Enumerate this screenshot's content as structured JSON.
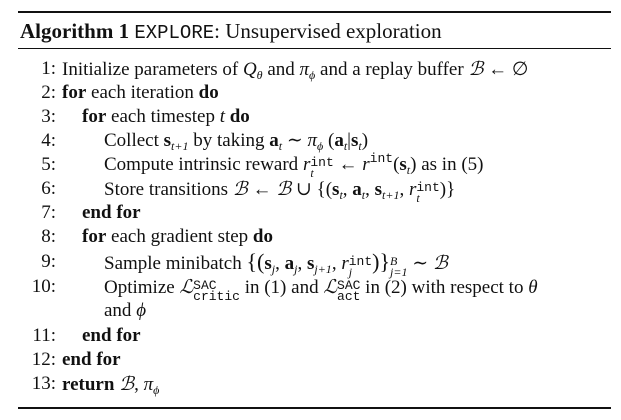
{
  "algorithm": {
    "label": "Algorithm 1",
    "name": "EXPLORE",
    "title_suffix": ": Unsupervised exploration"
  },
  "lines": [
    {
      "num": "1:",
      "parts": {
        "a": "Initialize parameters of ",
        "b": "Q",
        "c": "θ",
        "d": " and ",
        "e": "π",
        "f": "ϕ",
        "g": " and a replay buffer ",
        "h": "ℬ",
        "i": " ← ∅"
      }
    },
    {
      "num": "2:",
      "parts": {
        "kw1": "for",
        "a": " each iteration ",
        "kw2": "do"
      }
    },
    {
      "num": "3:",
      "parts": {
        "kw1": "for",
        "a": " each timestep ",
        "b": "t",
        "kw2": "do"
      }
    },
    {
      "num": "4:",
      "parts": {
        "a": "Collect ",
        "b": "s",
        "c": "t+1",
        "d": " by taking ",
        "e": "a",
        "f": "t",
        "g": " ∼ ",
        "h": "π",
        "i": "ϕ",
        "j": " (",
        "k": "a",
        "l": "t",
        "m": "|",
        "n": "s",
        "o": "t",
        "p": ")"
      }
    },
    {
      "num": "5:",
      "parts": {
        "a": "Compute intrinsic reward ",
        "b": "r",
        "c": "t",
        "d": "int",
        "e": " ← ",
        "f": "r",
        "g": "int",
        "h": "(",
        "i": "s",
        "j": "t",
        "k": ") as in (5)"
      }
    },
    {
      "num": "6:",
      "parts": {
        "a": "Store transitions ",
        "b": "ℬ",
        "c": " ← ",
        "d": "ℬ",
        "e": " ∪ {(",
        "f": "s",
        "g": "t",
        "h": ", ",
        "i": "a",
        "j": "t",
        "k": ", ",
        "l": "s",
        "m": "t+1",
        "n": ", ",
        "o": "r",
        "p": "t",
        "q": "int",
        "r": ")}"
      }
    },
    {
      "num": "7:",
      "parts": {
        "kw1": "end for"
      }
    },
    {
      "num": "8:",
      "parts": {
        "kw1": "for",
        "a": " each gradient step ",
        "kw2": "do"
      }
    },
    {
      "num": "9:",
      "parts": {
        "a": "Sample minibatch ",
        "b": "{(",
        "c": "s",
        "d": "j",
        "e": ", ",
        "f": "a",
        "g": "j",
        "h": ", ",
        "i": "s",
        "j": "j+1",
        "k": ", ",
        "l": "r",
        "m": "j",
        "n": "int",
        "o": ")}",
        "p": "B",
        "q": "j=1",
        "r": " ∼ ",
        "s": "ℬ"
      }
    },
    {
      "num": "10:",
      "parts": {
        "a": "Optimize ",
        "b": "ℒ",
        "c": "critic",
        "d": "SAC",
        "e": " in (1) and ",
        "f": "ℒ",
        "g": "act",
        "h": "SAC",
        "i": " in (2) with respect to ",
        "j": "θ"
      }
    },
    {
      "num": "",
      "parts": {
        "a": "and ",
        "b": "ϕ"
      }
    },
    {
      "num": "11:",
      "parts": {
        "kw1": "end for"
      }
    },
    {
      "num": "12:",
      "parts": {
        "kw1": "end for"
      }
    },
    {
      "num": "13:",
      "parts": {
        "kw1": "return",
        "a": " ",
        "b": "ℬ",
        "c": ", ",
        "d": "π",
        "e": "ϕ"
      }
    }
  ]
}
